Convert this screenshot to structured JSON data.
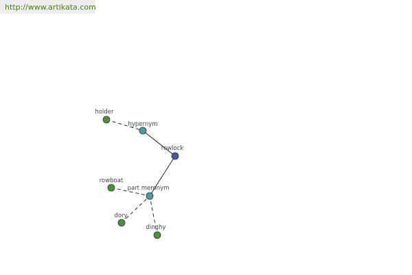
{
  "header": {
    "url": "http://www.artikata.com"
  },
  "colors": {
    "root": "#4a55a0",
    "relation": "#4a9aa0",
    "leaf": "#4c8f40",
    "stroke": "#333333",
    "url_text": "#4b7b1e",
    "url_bg": "#eeeeee"
  },
  "graph": {
    "nodes": [
      {
        "id": "rowlock",
        "label": "rowlock",
        "kind": "root"
      },
      {
        "id": "hypernym",
        "label": "hypernym",
        "kind": "relation"
      },
      {
        "id": "holder",
        "label": "holder",
        "kind": "leaf"
      },
      {
        "id": "part_meronym",
        "label": "part meronym",
        "kind": "relation"
      },
      {
        "id": "rowboat",
        "label": "rowboat",
        "kind": "leaf"
      },
      {
        "id": "dory",
        "label": "dory",
        "kind": "leaf"
      },
      {
        "id": "dinghy",
        "label": "dinghy",
        "kind": "leaf"
      }
    ],
    "edges": [
      {
        "from": "hypernym",
        "to": "rowlock",
        "style": "solid"
      },
      {
        "from": "part_meronym",
        "to": "rowlock",
        "style": "solid"
      },
      {
        "from": "holder",
        "to": "hypernym",
        "style": "dashed"
      },
      {
        "from": "rowboat",
        "to": "part_meronym",
        "style": "dashed"
      },
      {
        "from": "dory",
        "to": "part_meronym",
        "style": "dashed"
      },
      {
        "from": "dinghy",
        "to": "part_meronym",
        "style": "dashed"
      }
    ]
  }
}
